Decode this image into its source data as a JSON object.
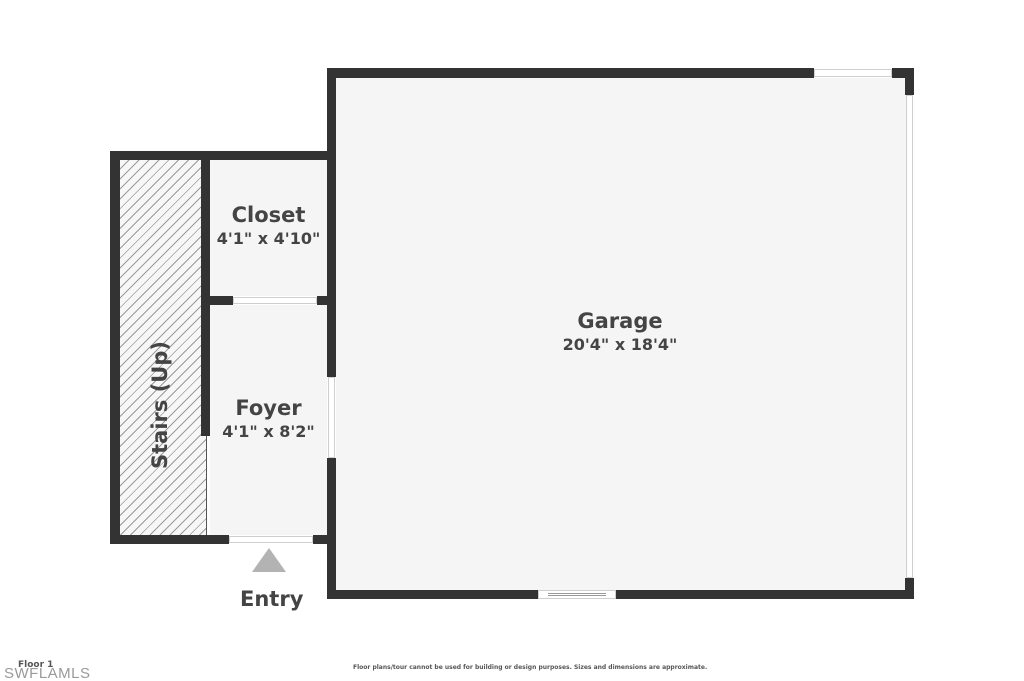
{
  "plan": {
    "floor_label": "Floor 1",
    "watermark": "SWFLAMLS",
    "disclaimer": "Floor plans/tour cannot be used for building or design purposes. Sizes and dimensions are approximate.",
    "entry_label": "Entry",
    "rooms": {
      "garage": {
        "name": "Garage",
        "dims": "20'4\" x 18'4\""
      },
      "closet": {
        "name": "Closet",
        "dims": "4'1\" x 4'10\""
      },
      "foyer": {
        "name": "Foyer",
        "dims": "4'1\" x 8'2\""
      },
      "stairs": {
        "name": "Stairs (Up)"
      }
    },
    "colors": {
      "wall": "#333333",
      "floor": "#f5f5f5",
      "text": "#444444",
      "entry_arrow": "#b3b3b3"
    }
  }
}
